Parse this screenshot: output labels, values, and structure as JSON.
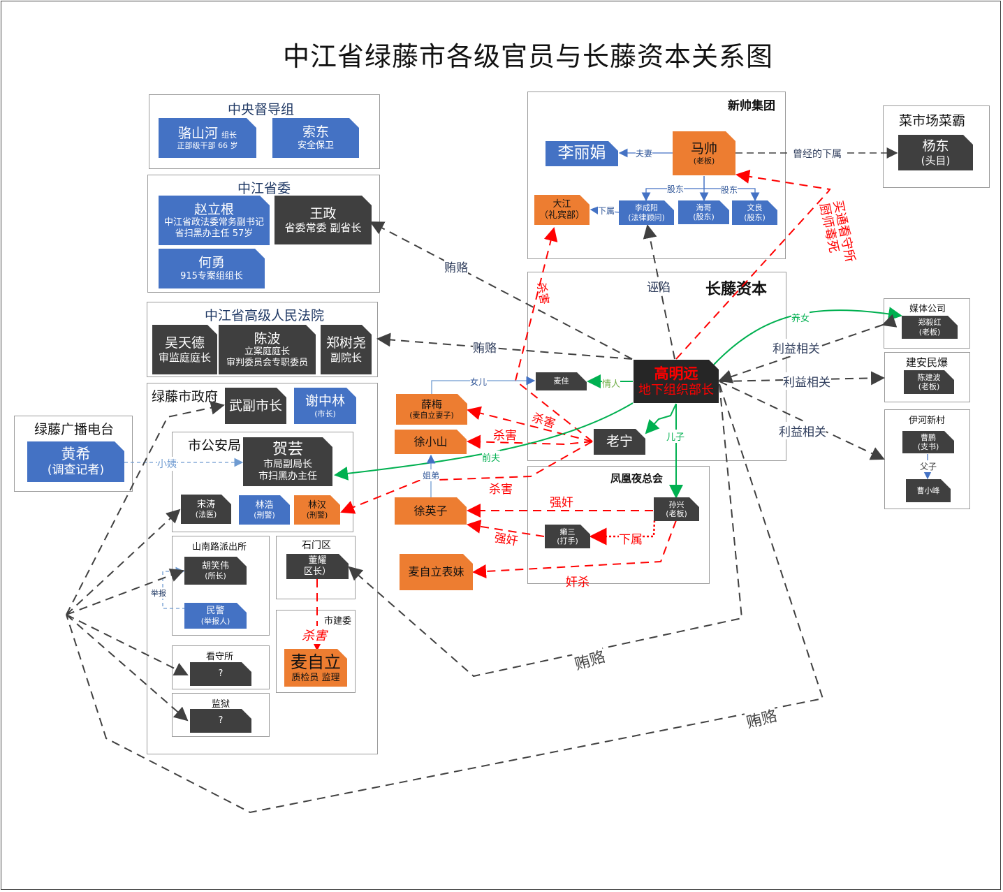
{
  "title": "中江省绿藤市各级官员与长藤资本关系图",
  "colors": {
    "official_blue": "#4472c4",
    "dark": "#3f3f3f",
    "victim_orange": "#ed7d31",
    "kill_red": "#ff0000",
    "relation_green": "#00b050",
    "bribe_gray": "#404040"
  },
  "groups": {
    "central": {
      "label": "中央督导组"
    },
    "provincial": {
      "label": "中江省委"
    },
    "court": {
      "label": "中江省高级人民法院"
    },
    "city": {
      "label": "绿藤市政府"
    },
    "police": {
      "label": "市公安局"
    },
    "station": {
      "label": "山南路派出所"
    },
    "detention": {
      "label": "看守所"
    },
    "prison": {
      "label": "监狱"
    },
    "shimen": {
      "label": "石门区"
    },
    "construction": {
      "label": "市建委"
    },
    "radio": {
      "label": "绿藤广播电台"
    },
    "xinshuai": {
      "label": "新帅集团"
    },
    "market": {
      "label": "菜市场菜霸"
    },
    "changteng": {
      "label": "长藤资本"
    },
    "phoenix": {
      "label": "凤凰夜总会"
    },
    "media": {
      "label": "媒体公司"
    },
    "jianan": {
      "label": "建安民爆"
    },
    "yihe": {
      "label": "伊河新村"
    }
  },
  "nodes": {
    "luoshanhe": {
      "name": "骆山河",
      "tag": "组长",
      "sub": "正部级干部 66 岁"
    },
    "suodong": {
      "name": "索东",
      "sub": "安全保卫"
    },
    "zhaoligen": {
      "name": "赵立根",
      "sub": "中江省政法委常务副书记",
      "sub2": "省扫黑办主任  57岁"
    },
    "wangzheng": {
      "name": "王政",
      "sub": "省委常委 副省长"
    },
    "heyong": {
      "name": "何勇",
      "sub": "915专案组组长"
    },
    "wutiande": {
      "name": "吴天德",
      "sub": "审监庭庭长"
    },
    "chenbo": {
      "name": "陈波",
      "sub": "立案庭庭长",
      "sub2": "审判委员会专职委员"
    },
    "zhengshuyao": {
      "name": "郑树尧",
      "sub": "副院长"
    },
    "wufushizhang": {
      "name": "武副市长"
    },
    "xiezhonglin": {
      "name": "谢中林",
      "sub": "(市长)"
    },
    "heyun": {
      "name": "贺芸",
      "sub": "市局副局长",
      "sub2": "市扫黑办主任"
    },
    "songtao": {
      "name": "宋涛",
      "sub": "(法医)"
    },
    "linhao": {
      "name": "林浩",
      "sub": "(刑警)"
    },
    "linhan": {
      "name": "林汉",
      "sub": "(刑警)"
    },
    "huxiaowei": {
      "name": "胡笑伟",
      "sub": "(所长)"
    },
    "minjing": {
      "name": "民警",
      "sub": "(举报人)"
    },
    "detention_unknown": {
      "name": "?"
    },
    "prison_unknown": {
      "name": "?"
    },
    "dongyao": {
      "name": "董耀",
      "sub": "区长）"
    },
    "maizili": {
      "name": "麦自立",
      "sub": "质检员 监理"
    },
    "huangxi": {
      "name": "黄希",
      "sub": "(调查记者)"
    },
    "mashuai": {
      "name": "马帅",
      "sub": "(老板)"
    },
    "lilijuan": {
      "name": "李丽娟"
    },
    "dajiang": {
      "name": "大江",
      "sub": "（礼宾部）"
    },
    "lichengyang": {
      "name": "李成阳",
      "sub": "(法律顾问)"
    },
    "haige": {
      "name": "海哥",
      "sub": "(股东)"
    },
    "wenliang": {
      "name": "文良",
      "sub": "(股东)"
    },
    "yangdong": {
      "name": "杨东",
      "sub": "(头目)"
    },
    "gaomingyuan": {
      "name": "高明远",
      "sub": "地下组织部长"
    },
    "maijia": {
      "name": "麦佳"
    },
    "laoning": {
      "name": "老宁"
    },
    "xuemei": {
      "name": "薛梅",
      "sub": "(麦自立妻子)"
    },
    "xuxiaoshan": {
      "name": "徐小山"
    },
    "xuyingzi": {
      "name": "徐英子"
    },
    "maizili_cousin": {
      "name": "麦自立表妹"
    },
    "sunxing": {
      "name": "孙兴",
      "sub": "(老板)"
    },
    "laisan": {
      "name": "癞三",
      "sub": "(打手)"
    },
    "zhengyihong": {
      "name": "郑毅红",
      "sub": "(老板)"
    },
    "chenjianbo": {
      "name": "陈建波",
      "sub": "(老板)"
    },
    "caopeng": {
      "name": "曹鹏",
      "sub": "(支书)"
    },
    "caoxiaofeng": {
      "name": "曹小峰"
    }
  },
  "edge_labels": {
    "spouse": "夫妻",
    "shareholder1": "股东",
    "shareholder2": "股东",
    "subordinate_dj": "下属",
    "former_subordinate": "曾经的下属",
    "bribe_mashuai": "买通看守所\n厨师毒死",
    "frame": "诬陷",
    "bribe_wz": "贿赂",
    "bribe_court": "贿赂",
    "kill_dj": "杀害",
    "foster_daughter": "养女",
    "interest1": "利益相关",
    "interest2": "利益相关",
    "interest3": "利益相关",
    "daughter": "女儿",
    "lover": "情人",
    "kill_xm": "杀害",
    "kill_xxs": "杀害",
    "ex_husband": "前夫",
    "son": "儿子",
    "siblings": "姐弟",
    "kill_lh": "杀害",
    "rape1": "强奸",
    "rape2": "强奸",
    "sub_ls": "下属",
    "rape_kill": "奸杀",
    "aunt": "小姨",
    "report": "举报",
    "kill_mzl": "杀害",
    "bribe_low1": "贿赂",
    "bribe_low2": "贿赂",
    "father_son": "父子"
  }
}
